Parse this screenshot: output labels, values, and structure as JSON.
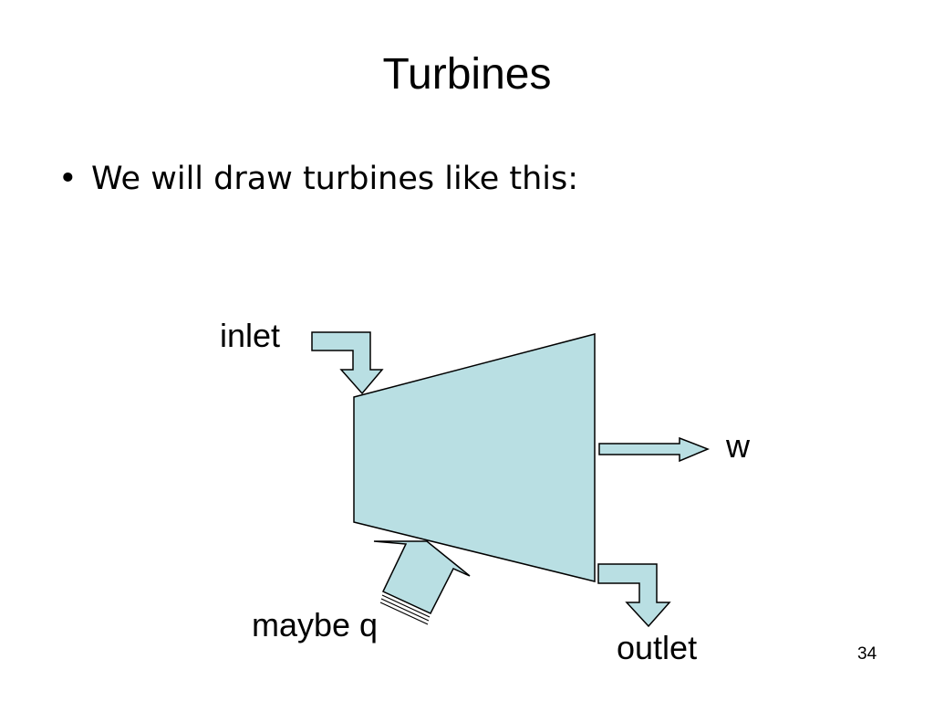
{
  "slide": {
    "title": "Turbines",
    "bullet": "•",
    "bullet_text": "We will draw turbines like this:",
    "page_number": "34"
  },
  "diagram": {
    "labels": {
      "inlet": "inlet",
      "work": "w",
      "heat": "maybe q",
      "outlet": "outlet"
    },
    "colors": {
      "fill": "#b9dfe3",
      "stroke": "#000000"
    }
  }
}
